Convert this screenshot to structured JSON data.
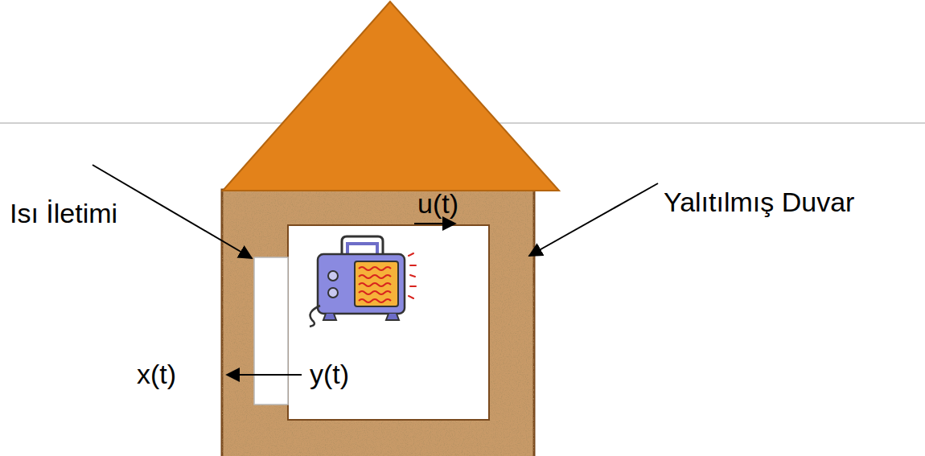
{
  "diagram": {
    "labels": [
      "Isı İletimi",
      "Yalıtılmış Duvar",
      "u(t)",
      "x(t)",
      "y(t)"
    ]
  }
}
